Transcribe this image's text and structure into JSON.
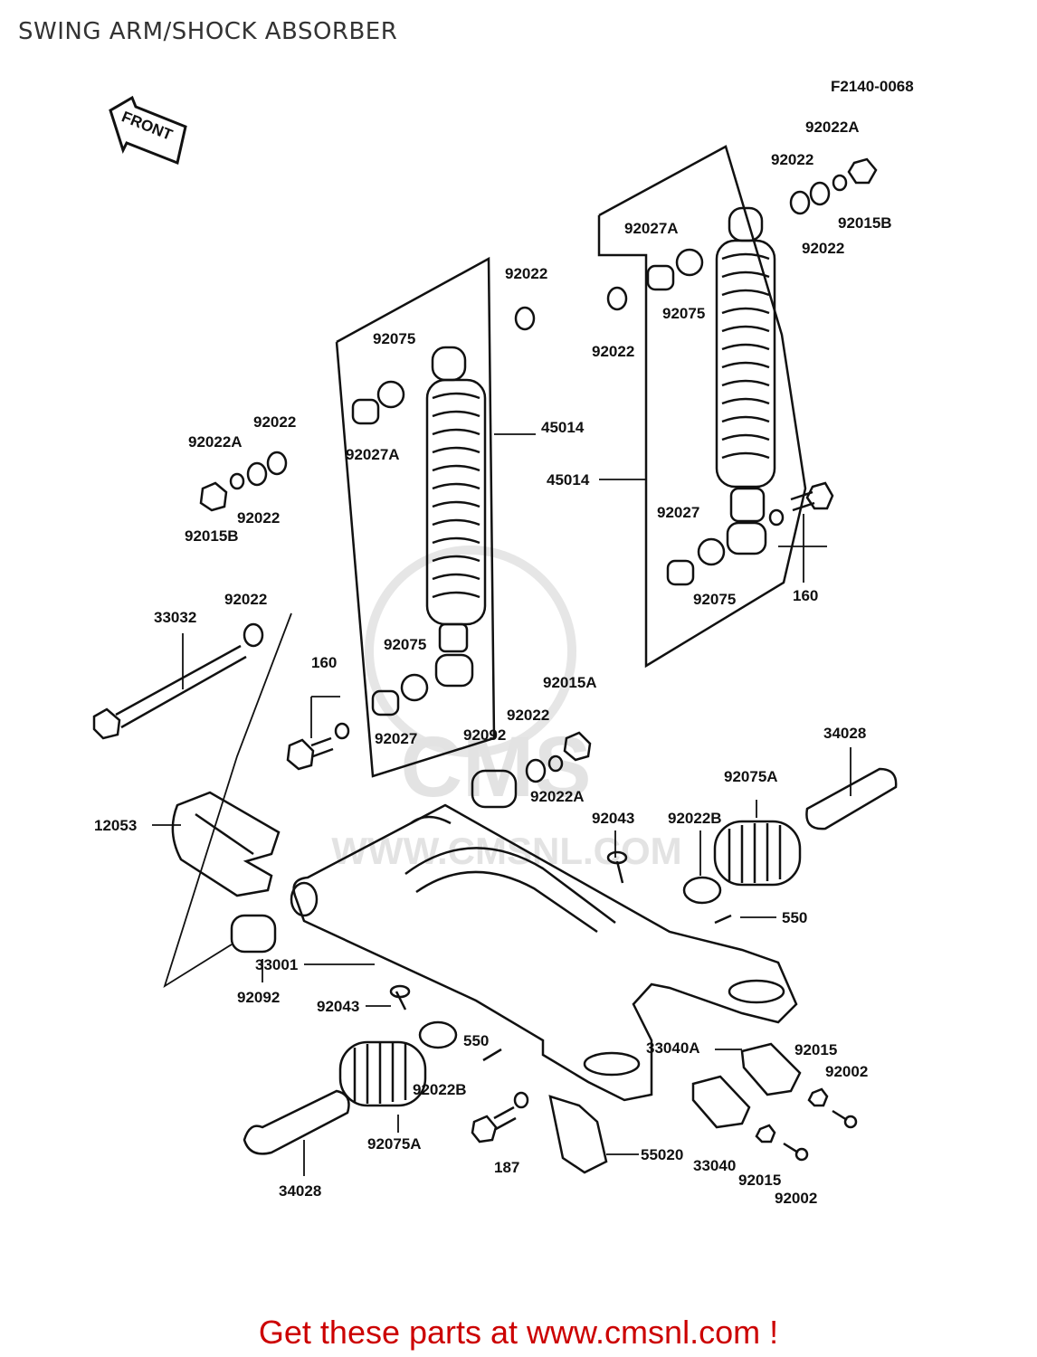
{
  "header": {
    "title": "SWING ARM/SHOCK ABSORBER",
    "figure_code": "F2140-0068"
  },
  "front_arrow": {
    "label": "FRONT"
  },
  "watermark": {
    "brand": "CMS",
    "url": "WWW.CMSNL.COM"
  },
  "footer": {
    "text": "Get these parts at www.cmsnl.com !",
    "color": "#cc0000"
  },
  "colors": {
    "line": "#111111",
    "watermark": "#e3e3e3"
  },
  "part_labels": [
    "92022A",
    "92022",
    "92015B",
    "92022",
    "92027A",
    "92022",
    "92075",
    "92022",
    "92075",
    "92022",
    "92022A",
    "45014",
    "92027A",
    "92022",
    "92015B",
    "45014",
    "92027",
    "92075",
    "160",
    "92022",
    "33032",
    "92075",
    "160",
    "92027",
    "92015A",
    "92022",
    "92092",
    "92022A",
    "34028",
    "92075A",
    "12053",
    "92043",
    "92022B",
    "550",
    "33001",
    "92092",
    "92043",
    "550",
    "92022B",
    "33040A",
    "92015",
    "92002",
    "92075A",
    "187",
    "55020",
    "33040",
    "92015",
    "92002",
    "34028"
  ]
}
